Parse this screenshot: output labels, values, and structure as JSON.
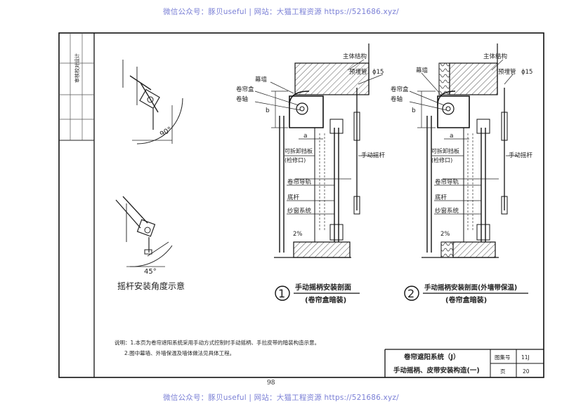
{
  "watermark": {
    "top": "微信公众号：豚贝useful | 网站：大猫工程资源 https://521686.xyz/",
    "bottom": "微信公众号：豚贝useful | 网站：大猫工程资源 https://521686.xyz/"
  },
  "left_detail": {
    "angle_top": "90°",
    "angle_bottom": "45°",
    "caption": "摇杆安装角度示意"
  },
  "section1": {
    "labels": {
      "main_structure": "主体结构",
      "curtain_wall": "幕墙",
      "pre_buried_pipe": "预埋管",
      "phi": "ϕ15",
      "box": "卷帘盒",
      "axle": "卷轴",
      "dim_b": "b",
      "dim_a": "a",
      "access_door": "可拆卸挡板",
      "access_door_2": "(检修口)",
      "crank_rod": "手动摇杆",
      "guide_rail": "卷帘导轨",
      "bottom_bar": "底杆",
      "screen": "纱窗系统",
      "slope": "2%"
    },
    "num": "1",
    "title": "手动摇柄安装剖面",
    "subtitle": "(卷帘盒暗装)"
  },
  "section2": {
    "labels": {
      "main_structure": "主体结构",
      "curtain_wall": "幕墙",
      "pre_buried_pipe": "预埋管",
      "phi": "ϕ15",
      "box": "卷帘盒",
      "axle": "卷轴",
      "dim_b": "b",
      "dim_a": "a",
      "access_door": "可拆卸挡板",
      "access_door_2": "(检修口)",
      "crank_rod": "手动摇杆",
      "guide_rail": "卷帘导轨",
      "bottom_bar": "底杆",
      "screen": "纱窗系统",
      "slope": "2%"
    },
    "num": "2",
    "title": "手动摇柄安装剖面(外墙带保温)",
    "subtitle": "(卷帘盒暗装)"
  },
  "notes": {
    "line1": "说明：1.本页为卷帘遮阳系统采用手动方式控制时手动摇柄、手拉皮带的暗装构造示意。",
    "line2": "2.图中幕墙、外墙保温及墙体做法见具体工程。"
  },
  "title_block": {
    "title1": "卷帘遮阳系统（J）",
    "title2": "手动摇柄、皮带安装构造(一)",
    "atlas_label": "图集号",
    "atlas_value": "11J",
    "page_label": "页",
    "page_value": "20"
  },
  "side_strip": {
    "label": "审核校对设计"
  },
  "page_number": "98"
}
